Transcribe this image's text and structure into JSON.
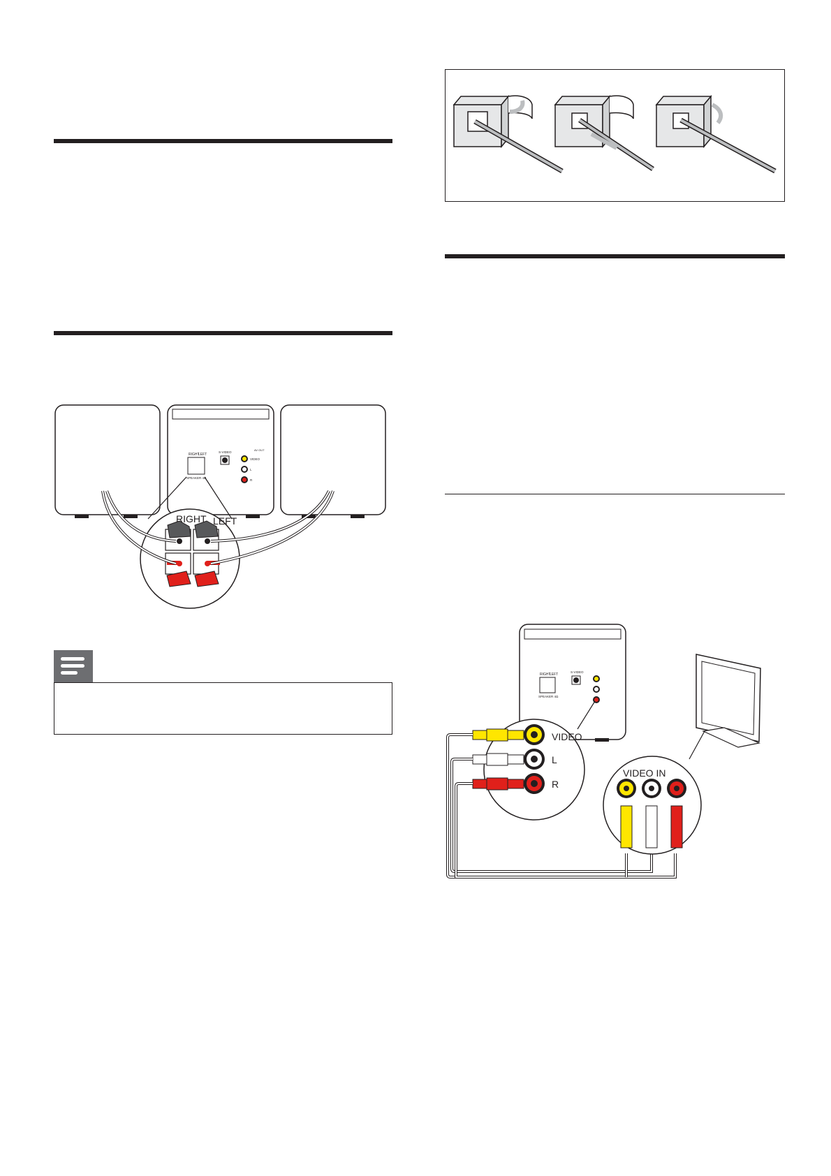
{
  "speaker_back_figure": {
    "label_right": "RIGHT",
    "label_left": "LEFT",
    "small_panel": {
      "right": "RIGHT",
      "left": "LEFT",
      "speaker": "SPEAKER 4Ω",
      "svideo": "S-VIDEO",
      "video": "VIDEO",
      "l": "L",
      "r": "R",
      "av_out": "AV OUT"
    }
  },
  "note": {
    "icon": "note-icon"
  },
  "av_figure": {
    "video": "VIDEO",
    "l": "L",
    "r": "R",
    "video_in": "VIDEO IN"
  },
  "colors": {
    "rule": "#231f20",
    "note_tab": "#6d6e71",
    "plug_yellow": "#ffe600",
    "plug_red": "#e0201b",
    "plug_white": "#ffffff"
  }
}
